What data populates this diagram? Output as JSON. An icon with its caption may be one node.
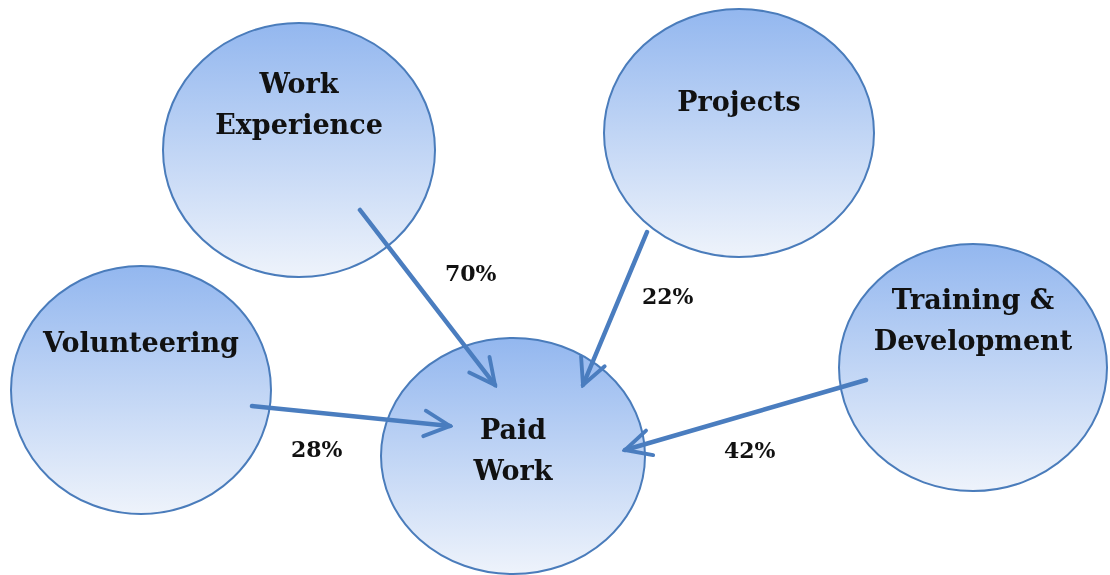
{
  "diagram": {
    "nodes": [
      {
        "text": [
          "Work Experience"
        ]
      },
      {
        "text": [
          "Projects"
        ]
      },
      {
        "text": [
          "Volunteering"
        ]
      },
      {
        "text": [
          "Training & Development"
        ]
      },
      {
        "text": [
          "Paid Work"
        ]
      }
    ],
    "edges": [
      {
        "from": 0,
        "to": 4,
        "arrow": "to",
        "label": "70%"
      },
      {
        "from": 1,
        "to": 4,
        "arrow": "to",
        "label": "22%"
      },
      {
        "from": 2,
        "to": 4,
        "arrow": "to",
        "label": "28%"
      },
      {
        "from": 3,
        "to": 4,
        "arrow": "to",
        "label": "42%"
      }
    ]
  }
}
